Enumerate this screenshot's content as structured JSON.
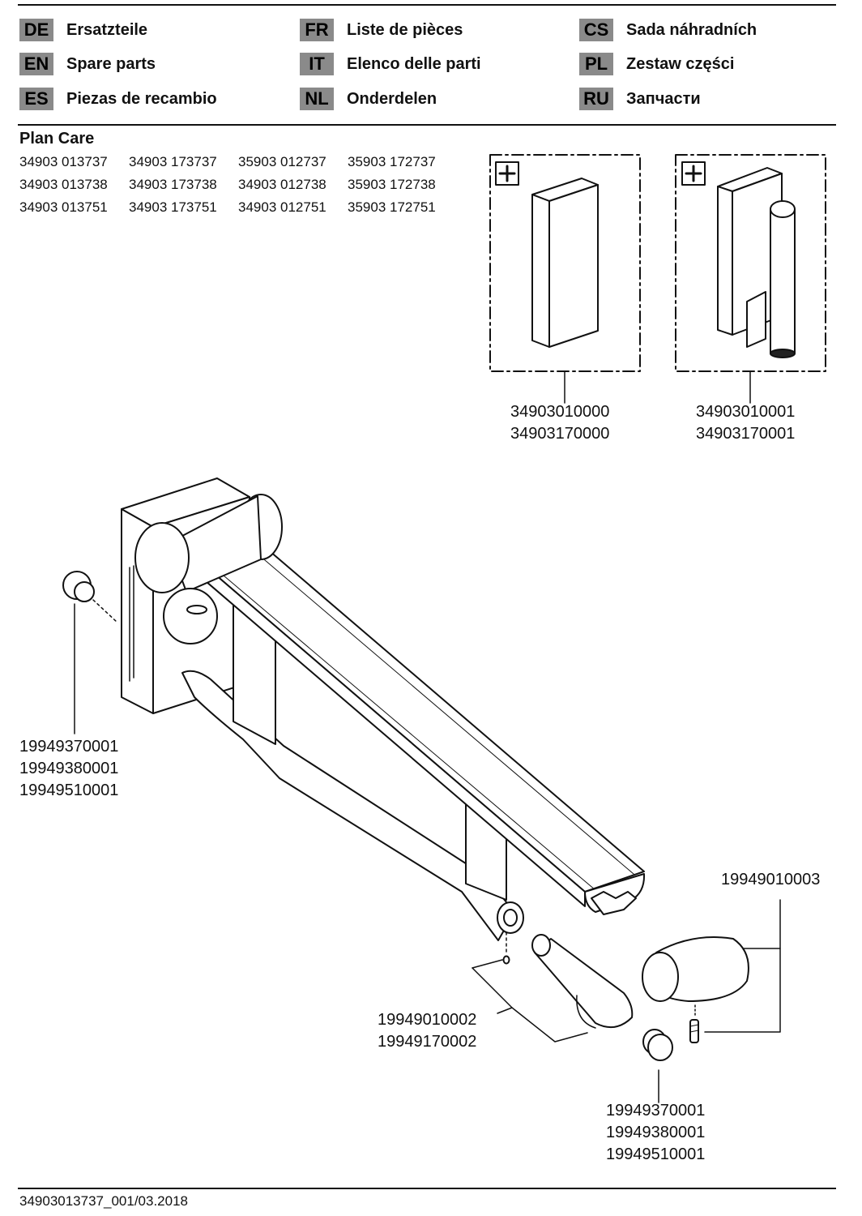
{
  "languages": [
    {
      "code": "DE",
      "label": "Ersatzteile"
    },
    {
      "code": "EN",
      "label": "Spare parts"
    },
    {
      "code": "ES",
      "label": "Piezas de recambio"
    },
    {
      "code": "FR",
      "label": "Liste de pièces"
    },
    {
      "code": "IT",
      "label": "Elenco delle parti"
    },
    {
      "code": "NL",
      "label": "Onderdelen"
    },
    {
      "code": "CS",
      "label": "Sada náhradních"
    },
    {
      "code": "PL",
      "label": "Zestaw części"
    },
    {
      "code": "RU",
      "label": "Запчасти"
    }
  ],
  "product": {
    "title": "Plan Care",
    "articles": [
      "34903 013737",
      "34903 173737",
      "35903 012737",
      "35903 172737",
      "34903 013738",
      "34903 173738",
      "34903 012738",
      "35903 172738",
      "34903 013751",
      "34903 173751",
      "34903 012751",
      "35903 172751"
    ]
  },
  "parts": {
    "cover_plate": [
      "34903010000",
      "34903170000"
    ],
    "paper_holder_plate": [
      "34903010001",
      "34903170001"
    ],
    "cap_left": [
      "19949370001",
      "19949380001",
      "19949510001"
    ],
    "handle_set": [
      "19949010003"
    ],
    "holder_pin": [
      "19949010002",
      "19949170002"
    ],
    "cap_bottom": [
      "19949370001",
      "19949380001",
      "19949510001"
    ]
  },
  "footer": {
    "doc_id": "34903013737_001/03.2018"
  }
}
